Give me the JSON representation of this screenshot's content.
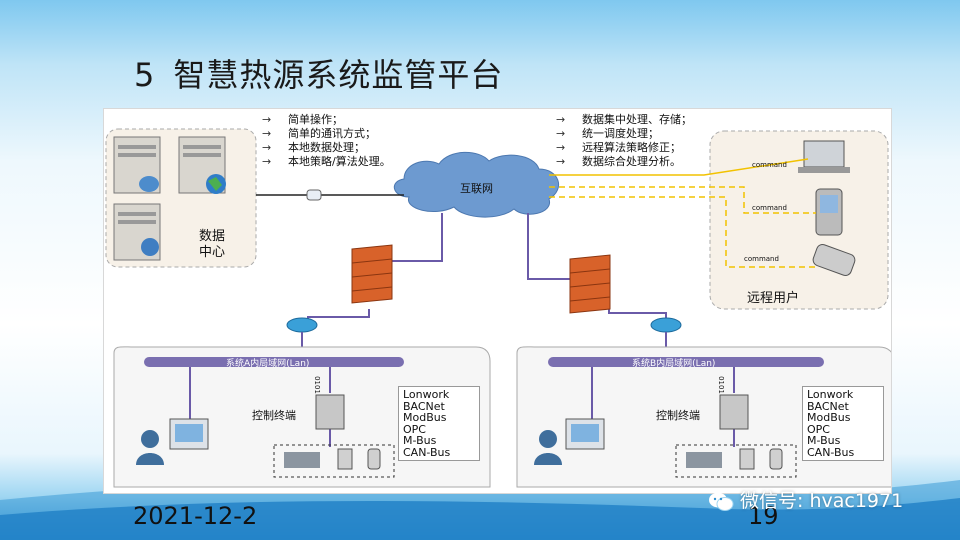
{
  "slide": {
    "number": "5",
    "title": "智慧热源系统监管平台",
    "date": "2021-12-2",
    "page": "19"
  },
  "watermark": {
    "text": "微信号: hvac1971",
    "icon": "wechat-icon"
  },
  "diagram": {
    "data_center_label": "数据\n中心",
    "internet_label": "互联网",
    "remote_users_label": "远程用户",
    "local_features": [
      "简单操作；",
      "简单的通讯方式；",
      "本地数据处理；",
      "本地策略/算法处理。"
    ],
    "remote_features": [
      "数据集中处理、存储；",
      "统一调度处理；",
      "远程算法策略修正；",
      "数据综合处理分析。"
    ],
    "command_label": "command",
    "lan_a": "系统A内局域网(Lan)",
    "lan_b": "系统B内局域网(Lan)",
    "control_terminal": "控制终端",
    "terminal_tag": "0101",
    "protocols": [
      "Lonwork",
      "BACNet",
      "ModBus",
      "OPC",
      "M-Bus",
      "CAN-Bus"
    ],
    "colors": {
      "lan_bar": "#7a6fb0",
      "link": "#6a5aa8",
      "remote_link": "#f2c200",
      "firewall": "#d8622a",
      "router": "#3aa0d8"
    }
  }
}
